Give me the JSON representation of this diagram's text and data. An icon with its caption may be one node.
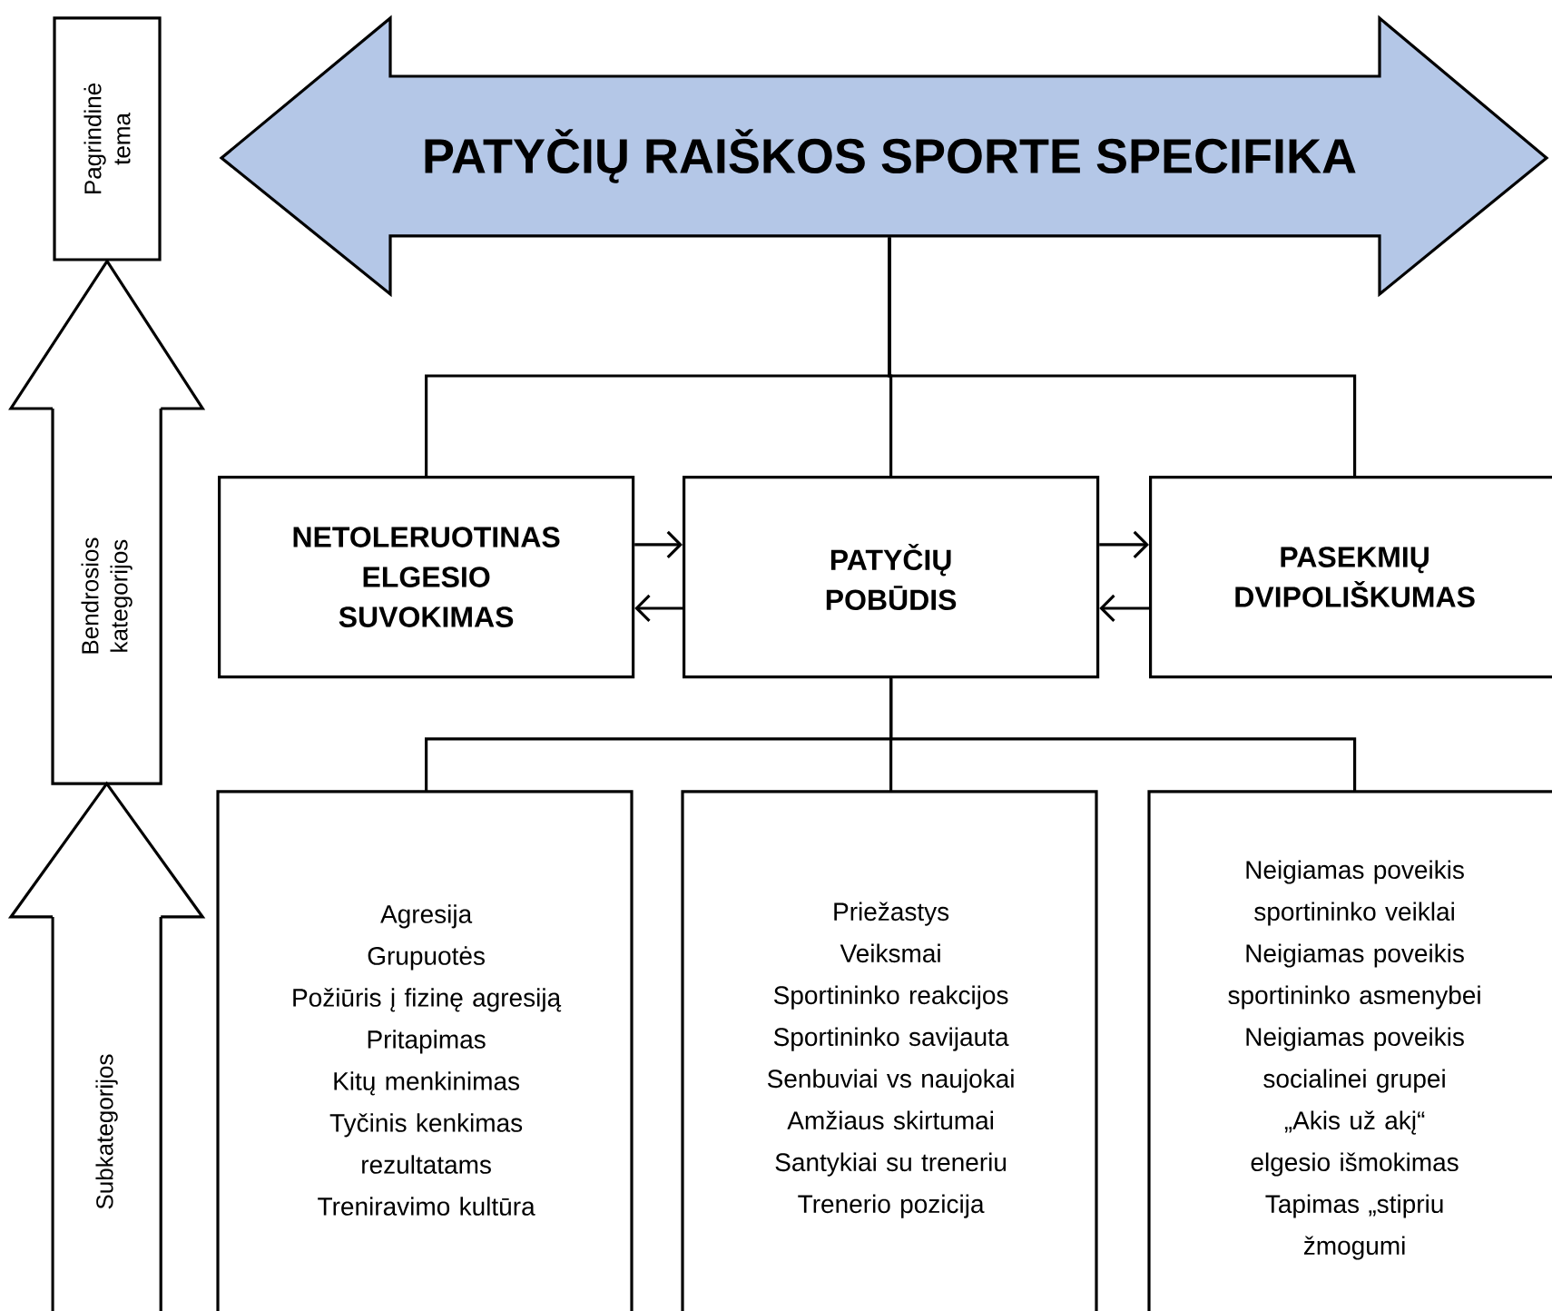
{
  "diagram": {
    "nodes": [
      {
        "text": [
          "Pagrindinė tema"
        ]
      },
      {
        "text": [
          "Bendrosios kategorijos"
        ]
      },
      {
        "text": [
          "Subkategorijos"
        ]
      },
      {
        "text": [
          "PATYČIŲ RAIŠKOS SPORTE SPECIFIKA"
        ]
      },
      {
        "text": [
          "NETOLERUOTINAS ELGESIO SUVOKIMAS"
        ]
      },
      {
        "text": [
          "PATYČIŲ POBŪDIS"
        ]
      },
      {
        "text": [
          "PASEKMIŲ DVIPOLIŠKUMAS"
        ]
      },
      {
        "text": [
          "Agresija",
          "Grupuotės",
          "Požiūris į fizinę agresiją",
          "Pritapimas",
          "Kitų menkinimas",
          "Tyčinis kenkimas rezultatams",
          "Treniravimo kultūra"
        ]
      },
      {
        "text": [
          "Priežastys",
          "Veiksmai",
          "Sportininko reakcijos",
          "Sportininko savijauta",
          "Senbuviai vs naujokai",
          "Amžiaus skirtumai",
          "Santykiai su treneriu",
          "Trenerio pozicija"
        ]
      },
      {
        "text": [
          "Neigiamas poveikis sportininko veiklai",
          "Neigiamas poveikis sportininko asmenybei",
          "Neigiamas poveikis socialinei grupei",
          "„Akis už akį“ elgesio išmokimas",
          "Tapimas „stipriu žmogumi"
        ]
      }
    ],
    "edges": [
      {
        "from": 3,
        "to": 4,
        "arrow": "none"
      },
      {
        "from": 3,
        "to": 5,
        "arrow": "none"
      },
      {
        "from": 3,
        "to": 6,
        "arrow": "none"
      },
      {
        "from": 4,
        "to": 5,
        "arrow": "to"
      },
      {
        "from": 5,
        "to": 4,
        "arrow": "to"
      },
      {
        "from": 5,
        "to": 6,
        "arrow": "to"
      },
      {
        "from": 6,
        "to": 5,
        "arrow": "to"
      },
      {
        "from": 5,
        "to": 7,
        "arrow": "none"
      },
      {
        "from": 5,
        "to": 8,
        "arrow": "none"
      },
      {
        "from": 5,
        "to": 9,
        "arrow": "none"
      },
      {
        "from": 1,
        "to": 0,
        "arrow": "to"
      },
      {
        "from": 2,
        "to": 1,
        "arrow": "to"
      }
    ]
  }
}
